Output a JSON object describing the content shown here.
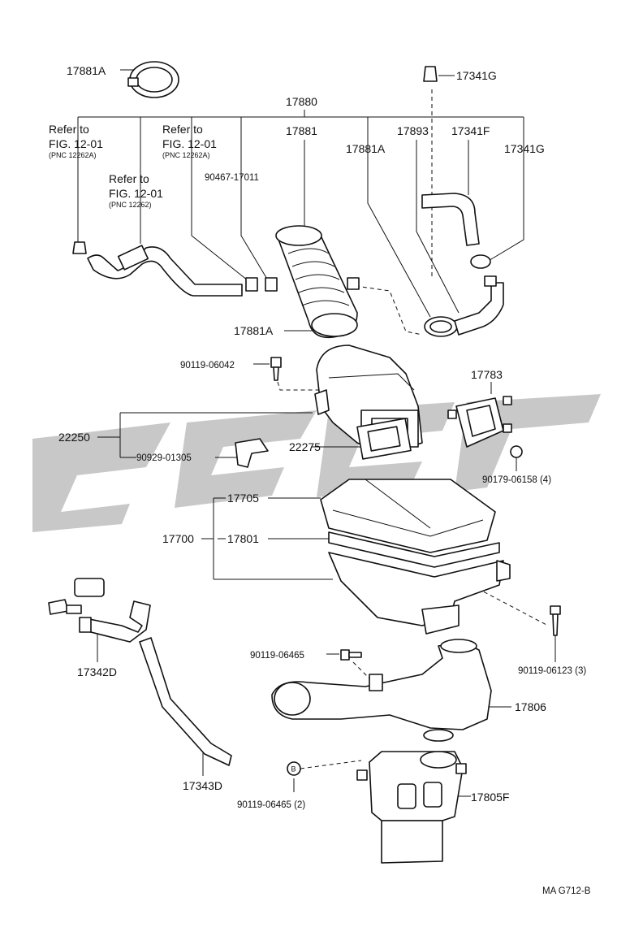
{
  "labels": {
    "p17881A_top": "17881A",
    "p17341G_top": "17341G",
    "p17880": "17880",
    "ref1_a": "Refer to",
    "ref1_b": "FIG. 12-01",
    "ref1_c": "(PNC 12262A)",
    "ref2_a": "Refer to",
    "ref2_b": "FIG. 12-01",
    "ref2_c": "(PNC 12262A)",
    "ref3_a": "Refer to",
    "ref3_b": "FIG. 12-01",
    "ref3_c": "(PNC 12262)",
    "p17881": "17881",
    "p17881A_mid": "17881A",
    "p17893": "17893",
    "p17341F": "17341F",
    "p17341G_mid": "17341G",
    "p90467": "90467-17011",
    "p17881A_low": "17881A",
    "p90119_06042": "90119-06042",
    "p17783": "17783",
    "p22250": "22250",
    "p22275": "22275",
    "p90929": "90929-01305",
    "p90179": "90179-06158 (4)",
    "p17705": "17705",
    "p17700": "17700",
    "p17801": "17801",
    "p90119_06123": "90119-06123 (3)",
    "p90119_06465a": "90119-06465",
    "p17806": "17806",
    "p17342D": "17342D",
    "p17343D": "17343D",
    "p90119_06465b": "90119-06465 (2)",
    "p17805F": "17805F",
    "marker_b": "B",
    "drawing_code": "MA  G712-B"
  }
}
